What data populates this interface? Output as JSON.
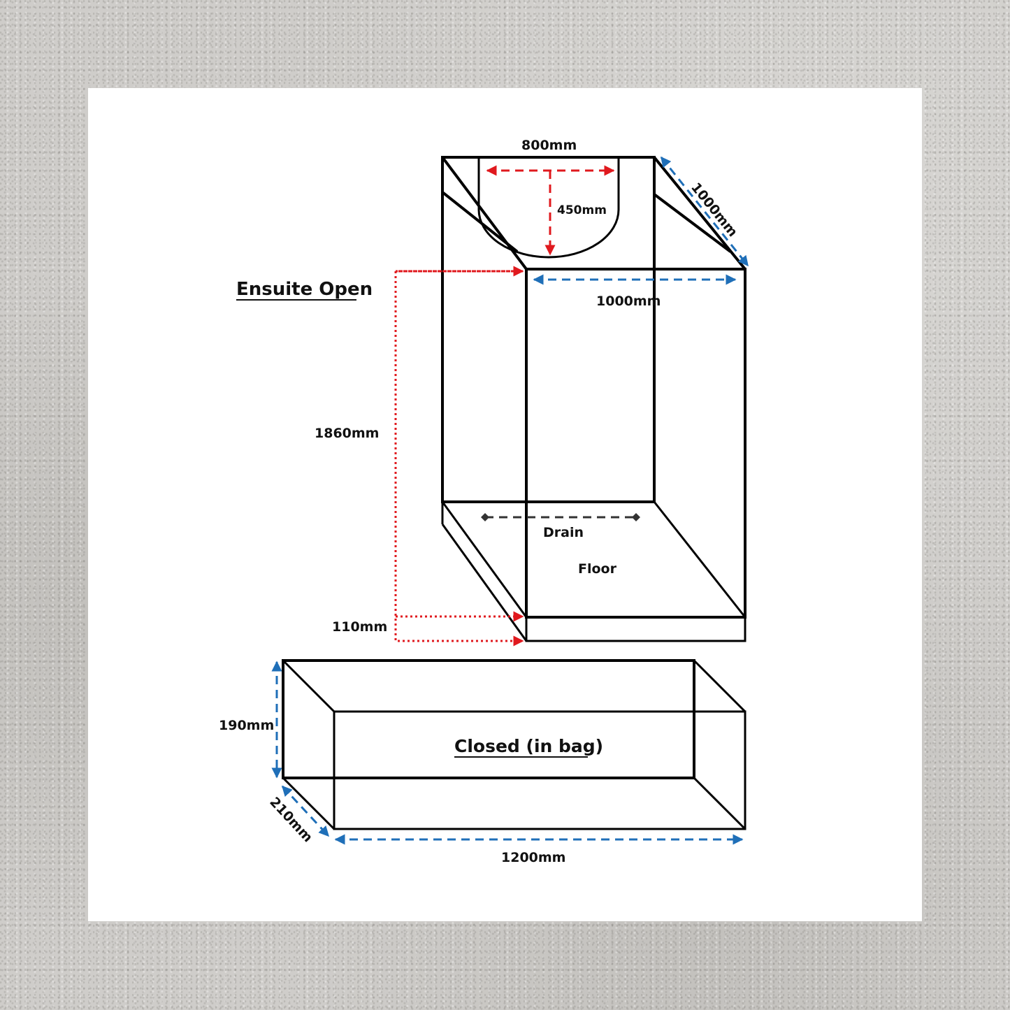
{
  "diagram": {
    "open_section": {
      "title": "Ensuite Open",
      "labels": {
        "roof_width": "800mm",
        "door_opening_depth": "450mm",
        "side_depth": "1000mm",
        "front_width": "1000mm",
        "height": "1860mm",
        "floor_height": "110mm",
        "drain": "Drain",
        "floor": "Floor"
      }
    },
    "closed_section": {
      "title": "Closed (in bag)",
      "labels": {
        "height": "190mm",
        "depth": "210mm",
        "length": "1200mm"
      }
    },
    "colors": {
      "outline": "#000000",
      "red_dimension": "#e0191e",
      "blue_dimension": "#1f6fb8",
      "drain_dimension": "#333333",
      "card": "#ffffff",
      "background": "#cfcdca"
    }
  }
}
